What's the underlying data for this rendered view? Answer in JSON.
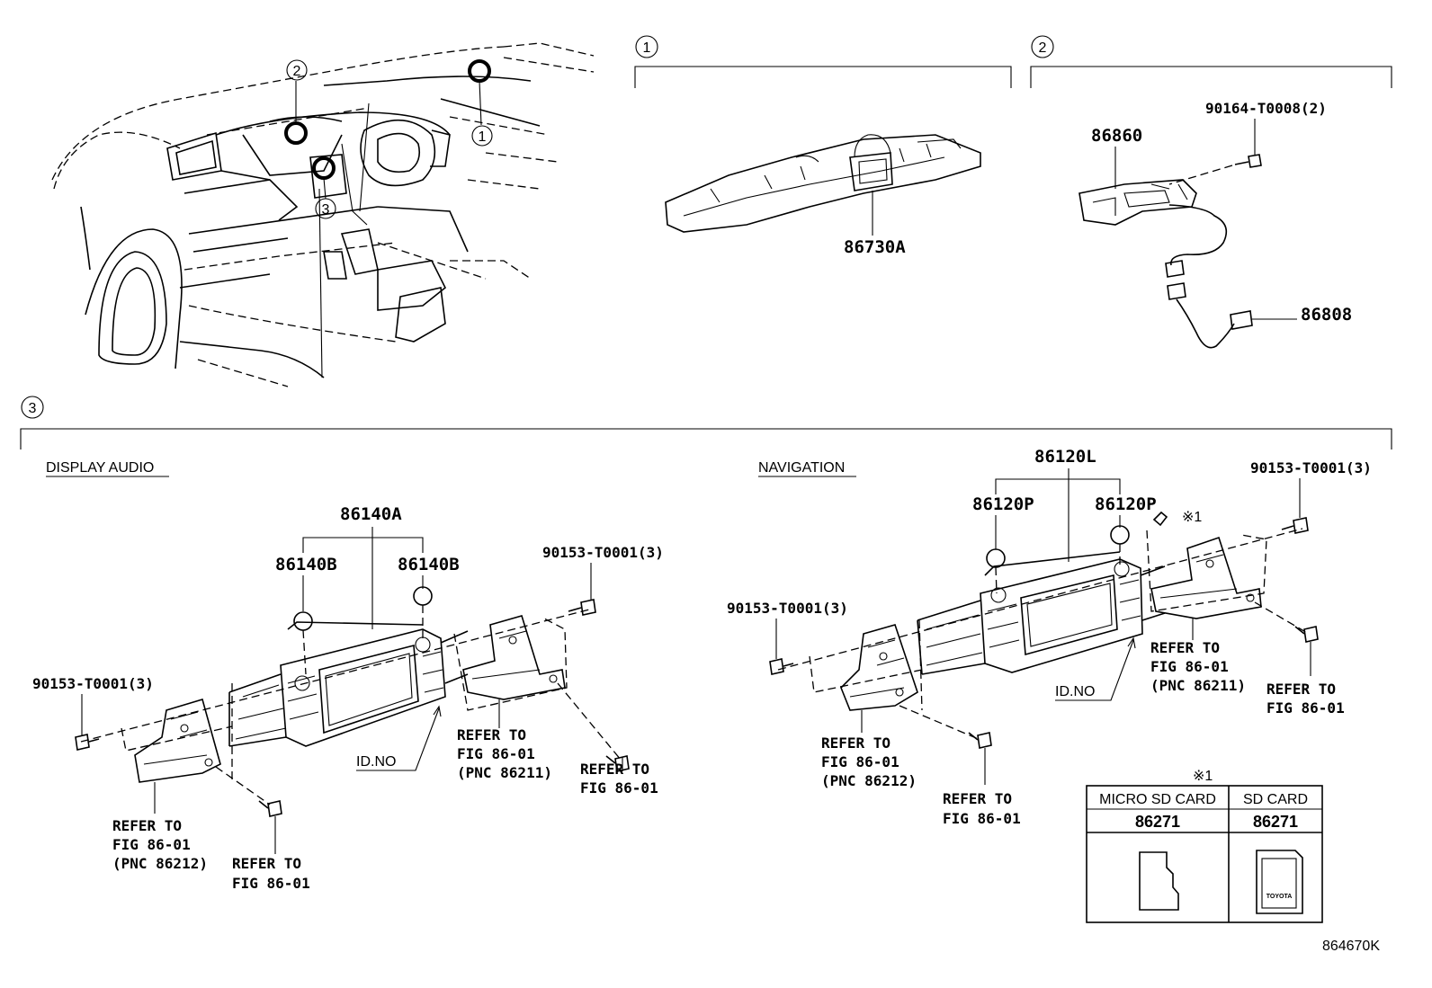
{
  "callouts": {
    "c1": "1",
    "c2": "2",
    "c3": "3"
  },
  "sections": {
    "display_audio": "DISPLAY AUDIO",
    "navigation": "NAVIGATION"
  },
  "parts": {
    "p86730A": "86730A",
    "p86860": "86860",
    "p90164": "90164-T0008(2)",
    "p86808": "86808",
    "p86140A": "86140A",
    "p86140B_left": "86140B",
    "p86140B_right": "86140B",
    "p90153_da_right": "90153-T0001(3)",
    "p90153_da_left": "90153-T0001(3)",
    "p86120L": "86120L",
    "p86120P_left": "86120P",
    "p86120P_right": "86120P",
    "p90153_nav_right": "90153-T0001(3)",
    "p90153_nav_left": "90153-T0001(3)"
  },
  "id_no": {
    "da": "ID.NO",
    "nav": "ID.NO"
  },
  "refs": {
    "da_left": [
      "REFER TO",
      "FIG 86-01",
      "(PNC 86212)"
    ],
    "da_bolt_left": [
      "REFER TO",
      "FIG 86-01"
    ],
    "da_right": [
      "REFER TO",
      "FIG 86-01",
      "(PNC 86211)"
    ],
    "da_bolt_right": [
      "REFER TO",
      "FIG 86-01"
    ],
    "nav_left": [
      "REFER TO",
      "FIG 86-01",
      "(PNC 86212)"
    ],
    "nav_bolt_left": [
      "REFER TO",
      "FIG 86-01"
    ],
    "nav_right": [
      "REFER TO",
      "FIG 86-01",
      "(PNC 86211)"
    ],
    "nav_bolt_right": [
      "REFER TO",
      "FIG 86-01"
    ]
  },
  "note_mark": "※1",
  "card_table": {
    "mark": "※1",
    "headers": [
      "MICRO SD CARD",
      "SD CARD"
    ],
    "parts": [
      "86271",
      "86271"
    ],
    "logo_text": "TOYOTA"
  },
  "figure_id": "864670K"
}
